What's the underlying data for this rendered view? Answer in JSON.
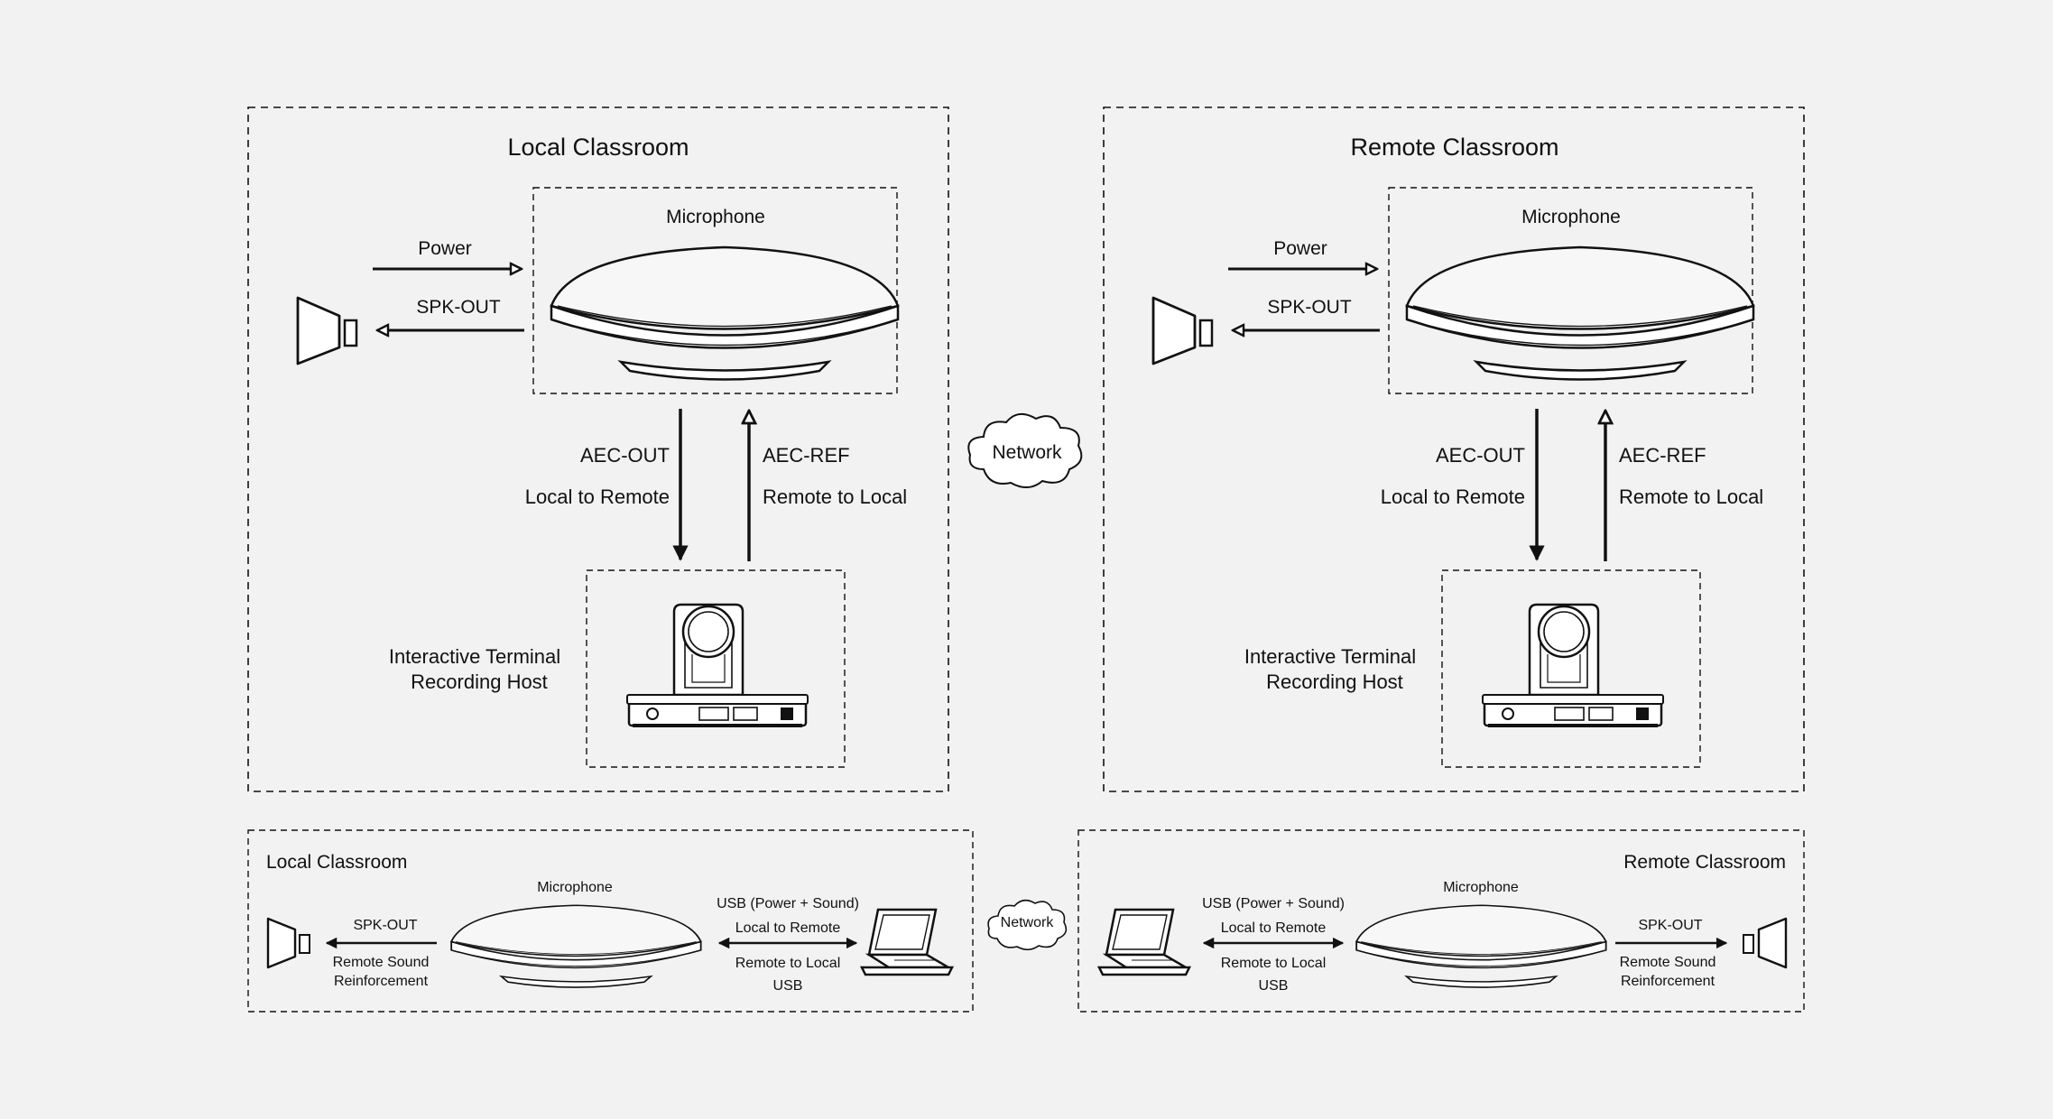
{
  "top": {
    "local": {
      "title": "Local Classroom",
      "microphone": "Microphone",
      "power": "Power",
      "spk_out": "SPK-OUT",
      "aec_out": "AEC-OUT",
      "local_to_remote": "Local to Remote",
      "aec_ref": "AEC-REF",
      "remote_to_local": "Remote to Local",
      "host_line1": "Interactive Terminal",
      "host_line2": "Recording Host"
    },
    "network": "Network",
    "remote": {
      "title": "Remote Classroom",
      "microphone": "Microphone",
      "power": "Power",
      "spk_out": "SPK-OUT",
      "aec_out": "AEC-OUT",
      "local_to_remote": "Local to Remote",
      "aec_ref": "AEC-REF",
      "remote_to_local": "Remote to Local",
      "host_line1": "Interactive Terminal",
      "host_line2": "Recording Host"
    }
  },
  "bottom": {
    "local": {
      "title": "Local Classroom",
      "microphone": "Microphone",
      "spk_out": "SPK-OUT",
      "reinforce_line1": "Remote Sound",
      "reinforce_line2": "Reinforcement",
      "usb_power_sound": "USB (Power + Sound)",
      "local_to_remote": "Local to Remote",
      "remote_to_local": "Remote to Local",
      "usb": "USB"
    },
    "network": "Network",
    "remote": {
      "title": "Remote Classroom",
      "microphone": "Microphone",
      "spk_out": "SPK-OUT",
      "reinforce_line1": "Remote Sound",
      "reinforce_line2": "Reinforcement",
      "usb_power_sound": "USB (Power + Sound)",
      "local_to_remote": "Local to Remote",
      "remote_to_local": "Remote to Local",
      "usb": "USB"
    }
  }
}
